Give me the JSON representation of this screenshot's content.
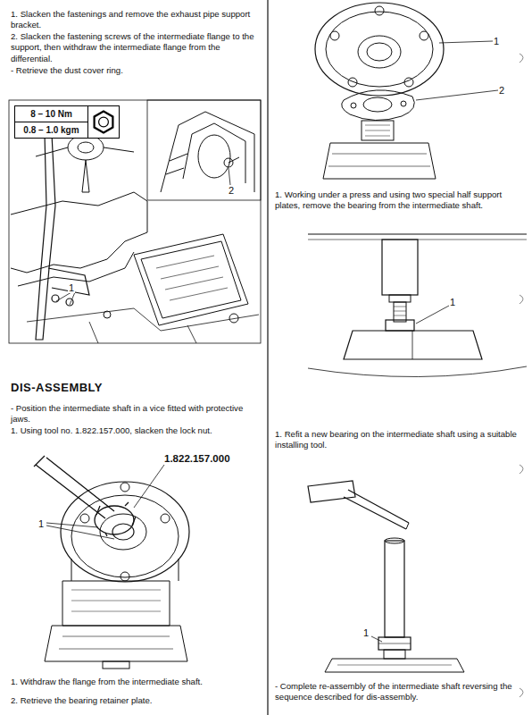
{
  "diagram": {
    "title": "DIS-ASSEMBLY",
    "nodes": [
      {
        "text": [
          "8 – 10 Nm",
          "0.8 – 1.0 kgm"
        ]
      }
    ],
    "labels": [
      "1. Slacken the fastenings and remove the exhaust pipe support bracket.",
      "2. Slacken the fastening screws of the intermediate flange to the support, then withdraw the intermediate flange from the differential.",
      "- Retrieve the dust cover ring.",
      "2",
      "1",
      "- Position the intermediate shaft in a vice fitted with protective jaws.",
      "1. Using tool no. 1.822.157.000, slacken the lock nut.",
      "1.822.157.000",
      "1",
      "1. Withdraw the flange from the intermediate shaft.",
      "2. Retrieve the bearing retainer plate.",
      "1",
      "2",
      "1. Working under a press and using two special half support plates, remove the bearing from the intermediate shaft.",
      "1",
      "1. Refit a new bearing on the intermediate shaft using a suitable installing tool.",
      "1",
      "- Complete re-assembly of the intermediate shaft reversing the sequence described for dis-assembly."
    ]
  }
}
